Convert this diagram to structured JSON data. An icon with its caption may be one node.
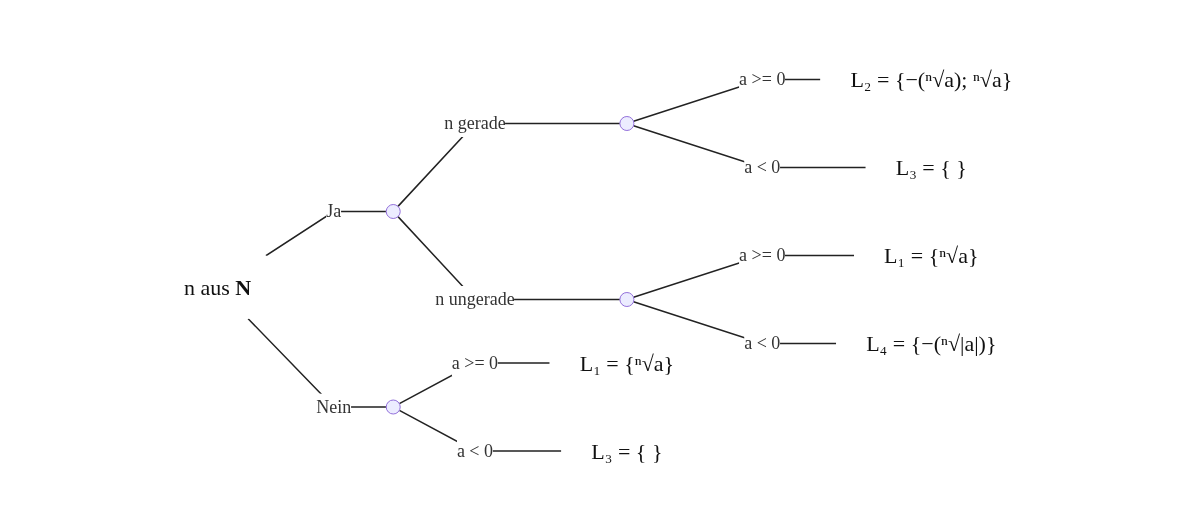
{
  "diagram": {
    "nodes": [
      {
        "text": [
          "n aus **N**"
        ]
      },
      {
        "text": [],
        "shape": "point"
      },
      {
        "text": [],
        "shape": "point"
      },
      {
        "text": [
          "L₂ = {−(ⁿ√a); ⁿ√a}"
        ]
      },
      {
        "text": [
          "L₃ = { }"
        ]
      },
      {
        "text": [],
        "shape": "point"
      },
      {
        "text": [
          "L₁ = {ⁿ√a}"
        ]
      },
      {
        "text": [
          "L₄ = {−(ⁿ√|a|)}"
        ]
      },
      {
        "text": [],
        "shape": "point"
      },
      {
        "text": [
          "L₁ = {ⁿ√a}"
        ]
      },
      {
        "text": [
          "L₃ = { }"
        ]
      }
    ],
    "edges": [
      {
        "from": 0,
        "to": 1,
        "arrow": "none",
        "label": "Ja"
      },
      {
        "from": 1,
        "to": 2,
        "arrow": "none",
        "label": "n gerade"
      },
      {
        "from": 2,
        "to": 3,
        "arrow": "none",
        "label": "a >= 0"
      },
      {
        "from": 2,
        "to": 4,
        "arrow": "none",
        "label": "a < 0"
      },
      {
        "from": 1,
        "to": 5,
        "arrow": "none",
        "label": "n ungerade"
      },
      {
        "from": 5,
        "to": 6,
        "arrow": "none",
        "label": "a >= 0"
      },
      {
        "from": 5,
        "to": 7,
        "arrow": "none",
        "label": "a < 0"
      },
      {
        "from": 0,
        "to": 8,
        "arrow": "none",
        "label": "Nein"
      },
      {
        "from": 8,
        "to": 9,
        "arrow": "none",
        "label": "a >= 0"
      },
      {
        "from": 8,
        "to": 10,
        "arrow": "none",
        "label": "a < 0"
      }
    ]
  }
}
